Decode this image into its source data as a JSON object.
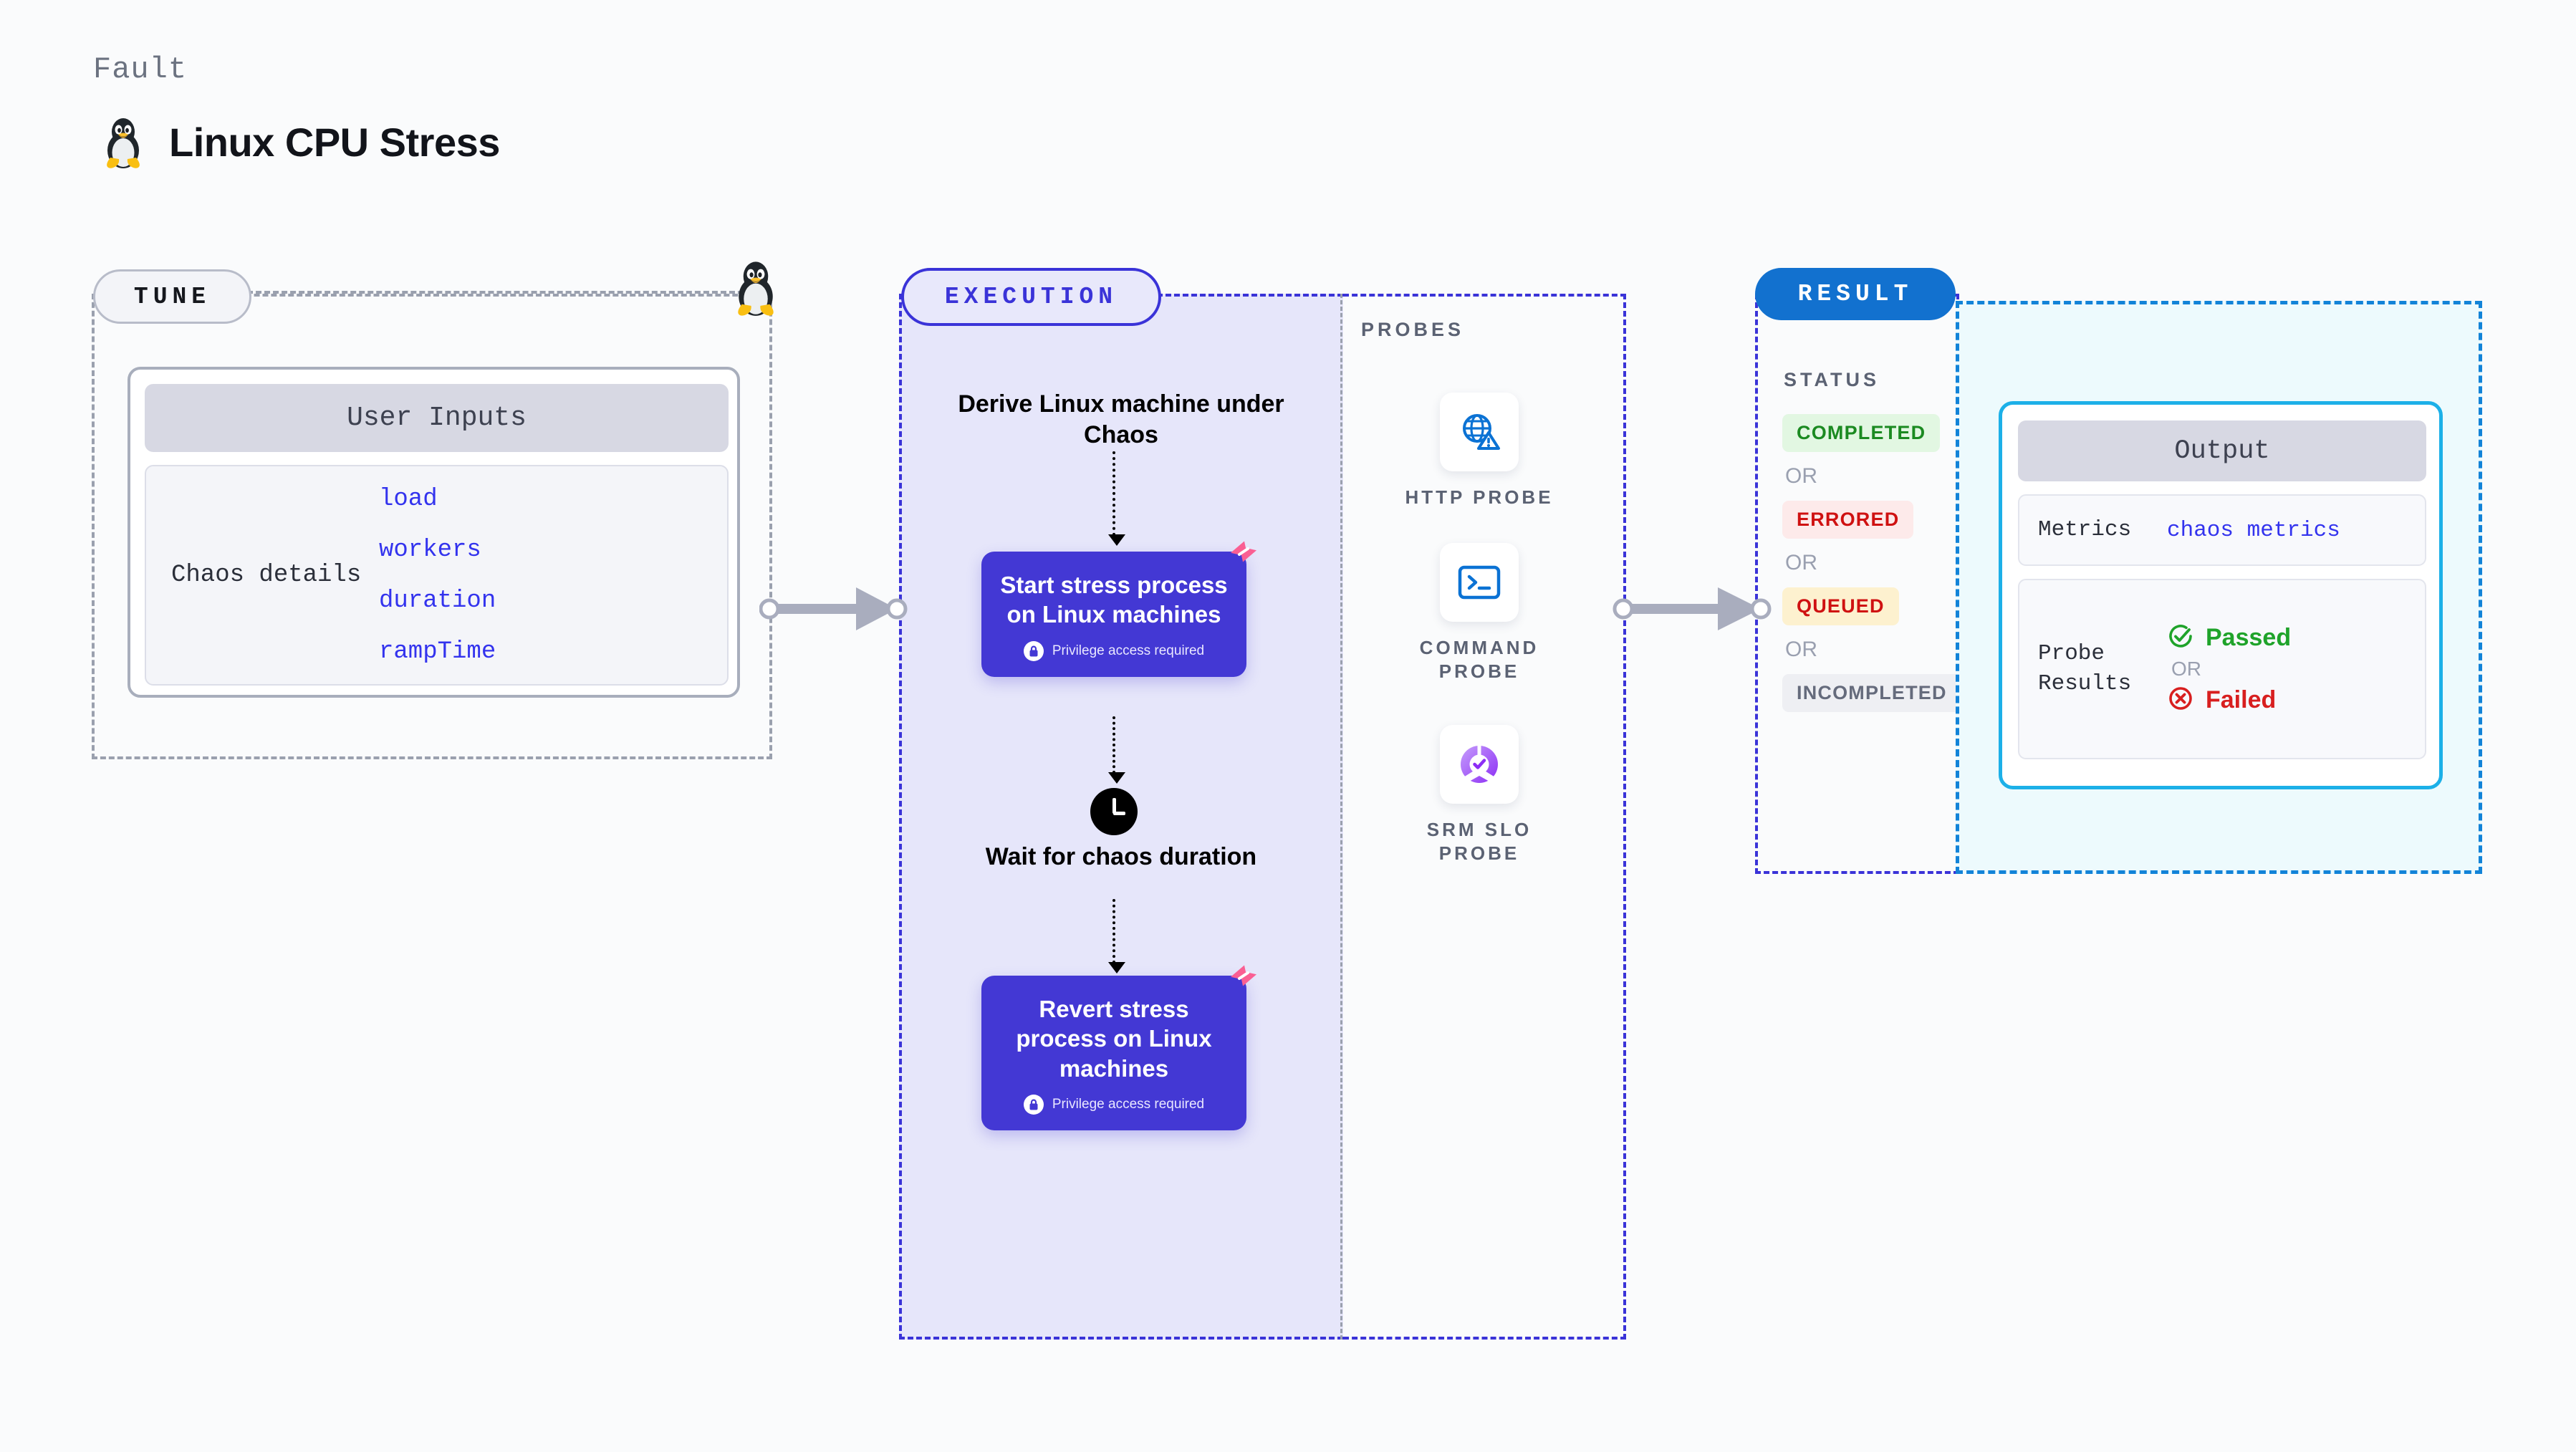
{
  "header": {
    "kicker": "Fault",
    "title": "Linux CPU Stress",
    "icon": "tux-penguin-icon"
  },
  "tune": {
    "pill_label": "TUNE",
    "penguin_icon": "tux-penguin-icon",
    "user_inputs": {
      "header": "User Inputs",
      "row_label": "Chaos details",
      "parameters": [
        "load",
        "workers",
        "duration",
        "rampTime"
      ]
    }
  },
  "execution": {
    "pill_label": "EXECUTION",
    "steps": [
      {
        "type": "text",
        "label": "Derive Linux machine under Chaos"
      },
      {
        "type": "card",
        "label": "Start stress process on Linux machines",
        "note": "Privilege access required",
        "note_icon": "lock-icon",
        "badge_icon": "chaos-logo-icon"
      },
      {
        "type": "text",
        "label": "Wait for chaos duration",
        "icon": "clock-icon"
      },
      {
        "type": "card",
        "label": "Revert stress process on Linux machines",
        "note": "Privilege access required",
        "note_icon": "lock-icon",
        "badge_icon": "chaos-logo-icon"
      }
    ]
  },
  "probes": {
    "section_label": "PROBES",
    "items": [
      {
        "label": "HTTP PROBE",
        "icon": "globe-warning-icon"
      },
      {
        "label": "COMMAND PROBE",
        "icon": "terminal-icon"
      },
      {
        "label": "SRM SLO PROBE",
        "icon": "slo-donut-check-icon"
      }
    ]
  },
  "result": {
    "pill_label": "RESULT",
    "status_label": "STATUS",
    "or_label": "OR",
    "statuses": [
      {
        "label": "COMPLETED",
        "tone": "green"
      },
      {
        "label": "ERRORED",
        "tone": "red"
      },
      {
        "label": "QUEUED",
        "tone": "amber"
      },
      {
        "label": "INCOMPLETED",
        "tone": "gray"
      }
    ]
  },
  "output": {
    "header": "Output",
    "metrics_label": "Metrics",
    "metrics_value": "chaos metrics",
    "probe_results_label": "Probe Results",
    "or_label": "OR",
    "passed_label": "Passed",
    "failed_label": "Failed",
    "passed_icon": "check-circle-icon",
    "failed_icon": "x-circle-icon"
  },
  "colors": {
    "accent_purple": "#4338d4",
    "accent_blue": "#1271cf",
    "accent_cyan": "#1cb0e8",
    "param_blue": "#3333ee",
    "chaos_pink": "#fa5f93",
    "success_green": "#1fa32a",
    "error_red": "#d81f1f"
  }
}
